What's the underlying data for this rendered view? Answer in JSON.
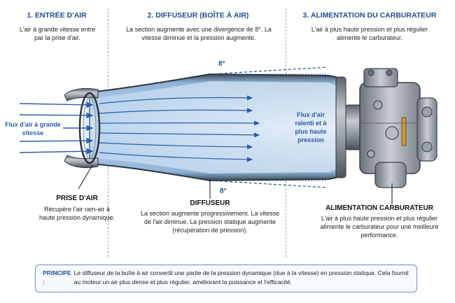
{
  "steps": [
    {
      "title": "1. ENTRÉE D'AIR",
      "desc": "L'air à grande vitesse entre par la prise d'air."
    },
    {
      "title": "2. DIFFUSEUR (BOÎTE À AIR)",
      "desc": "La section augmente avec une divergence de 8°. La vitesse diminue et la pression augmente."
    },
    {
      "title": "3. ALIMENTATION DU CARBURATEUR",
      "desc": "L'air à plus haute pression et plus régulier alimente le carburateur."
    }
  ],
  "flow_labels": {
    "inlet": "Flux d'air à grande vitesse",
    "outlet": "Flux d'air ralenti et à plus haute pression"
  },
  "angles": {
    "top": "8°",
    "bottom": "8°"
  },
  "callouts": {
    "intake": {
      "title": "PRISE D'AIR",
      "text": "Récupère l'air ram-air à haute pression dynamique."
    },
    "diffuser": {
      "title": "DIFFUSEUR",
      "text": "La section augmente progressivement. La vitesse de l'air diminue. La pression statique augmente (récupération de pression)."
    },
    "carb": {
      "title": "ALIMENTATION CARBURATEUR",
      "text": "L'air à plus haute pression et plus régulier alimente le carburateur pour une meilleure performance."
    }
  },
  "principle": {
    "lead": "PRINCIPE :",
    "text": "Le diffuseur de la boîte à air convertit une partie de la pression dynamique (due à la vitesse) en pression statique. Cela fournit au moteur un air plus dense et plus régulier, améliorant la puissance et l'efficacité."
  },
  "colors": {
    "accent": "#1f4e8c",
    "arrow": "#2a5ca8",
    "duct_fill": "#cfe0f2",
    "metal": "#8e959e"
  }
}
